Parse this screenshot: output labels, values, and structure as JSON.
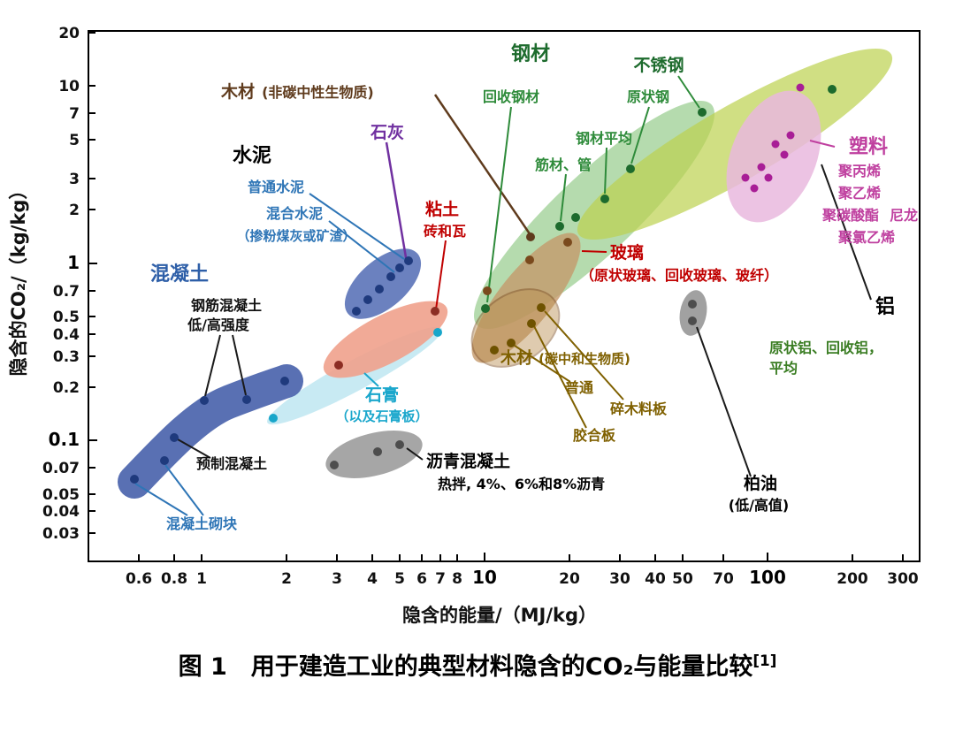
{
  "figure": {
    "caption": "图 1　用于建造工业的典型材料隐含的CO₂与能量比较",
    "caption_ref": "[1]"
  },
  "axes": {
    "y": {
      "title": "隐含的CO₂/（kg/kg）",
      "ticks": [
        "20",
        "10",
        "7",
        "5",
        "3",
        "2",
        "1",
        "0.7",
        "0.5",
        "0.4",
        "0.3",
        "0.2",
        "0.1",
        "0.07",
        "0.05",
        "0.04",
        "0.03"
      ]
    },
    "x": {
      "title": "隐含的能量/（MJ/kg）",
      "ticks": [
        "0.6",
        "0.8",
        "1",
        "2",
        "3",
        "4",
        "5",
        "6",
        "7",
        "8",
        "10",
        "20",
        "30",
        "40",
        "50",
        "70",
        "100",
        "200",
        "300"
      ]
    }
  },
  "labels": {
    "steel": "钢材",
    "recycled_steel": "回收钢材",
    "stainless_steel": "不锈钢",
    "virgin_steel": "原状钢",
    "steel_average": "钢材平均",
    "rebar_pipe": "筋材、管",
    "wood_non_neutral_name": "木材",
    "wood_non_neutral_qualifier": "(非碳中性生物质)",
    "lime": "石灰",
    "cement": "水泥",
    "ordinary_cement": "普通水泥",
    "blended_cement": "混合水泥",
    "blended_cement_note": "（掺粉煤灰或矿渣）",
    "clay": "粘土",
    "brick_tile": "砖和瓦",
    "concrete": "混凝土",
    "reinforced_concrete": "钢筋混凝土",
    "strength_range": "低/高强度",
    "precast_concrete": "预制混凝土",
    "concrete_block": "混凝土砌块",
    "gypsum": "石膏",
    "gypsum_note": "（以及石膏板）",
    "asphalt_concrete": "沥青混凝土",
    "asphalt_note": "热拌, 4%、6%和8%沥青",
    "glass": "玻璃",
    "glass_note": "（原状玻璃、回收玻璃、玻纤）",
    "wood_neutral_name": "木材",
    "wood_neutral_qualifier": "(碳中和生物质)",
    "wood_ordinary": "普通",
    "particle_board": "碎木料板",
    "plywood": "胶合板",
    "plastics": "塑料",
    "polypropylene": "聚丙烯",
    "polyethylene": "聚乙烯",
    "polycarbonate": "聚碳酸酯",
    "nylon": "尼龙",
    "pvc": "聚氯乙烯",
    "aluminum": "铝",
    "aluminum_note1": "原状铝、回收铝，",
    "aluminum_note2": "平均",
    "bitumen": "柏油",
    "bitumen_note": "(低/高值)"
  },
  "colors": {
    "steel_cluster": "#a8d5a0",
    "aluminum_cluster": "#bcd24f",
    "plastics_cluster": "#e9b9de",
    "glass_cluster": "#c49a6c",
    "wood_cluster": "#b98d4f",
    "cement_cluster": "#5b73b8",
    "clay_cluster": "#f0a18c",
    "gypsum_cluster": "#c5e9f2",
    "asphalt_cluster": "#9c9c9c",
    "concrete_band": "#4b64ad",
    "label_blue": "#2e75b6",
    "label_green": "#2e8b3a",
    "label_dark_green": "#1d6b2d",
    "label_red": "#c00000",
    "label_magenta": "#bf3f9f",
    "label_purple": "#7030a0",
    "label_olive": "#7f6000",
    "label_brown": "#5f3b1d",
    "label_cyan": "#1ba7cc"
  },
  "chart_data": {
    "type": "scatter",
    "title": "用于建造工业的典型材料隐含的CO₂与能量比较",
    "xlabel": "隐含的能量/（MJ/kg）",
    "ylabel": "隐含的CO₂/（kg/kg）",
    "x_scale": "log",
    "y_scale": "log",
    "xlim": [
      0.5,
      300
    ],
    "ylim": [
      0.03,
      20
    ],
    "x_ticks": [
      0.6,
      0.8,
      1,
      2,
      3,
      4,
      5,
      6,
      7,
      8,
      10,
      20,
      30,
      40,
      50,
      70,
      100,
      200,
      300
    ],
    "y_ticks": [
      20,
      10,
      7,
      5,
      3,
      2,
      1,
      0.7,
      0.5,
      0.4,
      0.3,
      0.2,
      0.1,
      0.07,
      0.05,
      0.04,
      0.03
    ],
    "grid": false,
    "legend": "labels-with-leader-lines",
    "series": [
      {
        "name": "混凝土",
        "annotations": [
          "混凝土砌块",
          "预制混凝土",
          "钢筋混凝土 低/高强度"
        ],
        "points": [
          [
            0.57,
            0.06
          ],
          [
            0.73,
            0.077
          ],
          [
            0.79,
            0.105
          ],
          [
            1.03,
            0.16
          ],
          [
            1.45,
            0.16
          ],
          [
            1.97,
            0.21
          ]
        ]
      },
      {
        "name": "水泥",
        "annotations": [
          "普通水泥",
          "混合水泥（掺粉煤灰或矿渣）"
        ],
        "points": [
          [
            3.5,
            0.54
          ],
          [
            3.9,
            0.63
          ],
          [
            4.3,
            0.72
          ],
          [
            4.7,
            0.85
          ],
          [
            5.0,
            0.95
          ],
          [
            5.4,
            1.03
          ]
        ]
      },
      {
        "name": "石灰",
        "points": [
          [
            5.4,
            1.0
          ]
        ]
      },
      {
        "name": "粘土（砖和瓦）",
        "points": [
          [
            3.0,
            0.27
          ],
          [
            6.7,
            0.54
          ]
        ]
      },
      {
        "name": "石膏（以及石膏板）",
        "points": [
          [
            1.8,
            0.13
          ],
          [
            6.9,
            0.42
          ]
        ]
      },
      {
        "name": "沥青混凝土（热拌, 4%、6%和8%沥青）",
        "points": [
          [
            2.9,
            0.072
          ],
          [
            4.2,
            0.086
          ],
          [
            5.0,
            0.095
          ]
        ]
      },
      {
        "name": "玻璃（原状玻璃、回收玻璃、玻纤）",
        "points": [
          [
            10,
            0.69
          ],
          [
            14.5,
            1.05
          ],
          [
            20,
            1.33
          ]
        ]
      },
      {
        "name": "木材(碳中和生物质)",
        "annotations": [
          "普通",
          "胶合板",
          "碎木料板"
        ],
        "points": [
          [
            10.7,
            0.33
          ],
          [
            12.3,
            0.35
          ],
          [
            14.5,
            0.46
          ],
          [
            15.7,
            0.57
          ]
        ]
      },
      {
        "name": "木材(非碳中性生物质)",
        "points": [
          [
            14.5,
            1.43
          ]
        ]
      },
      {
        "name": "钢材",
        "annotations": [
          "回收钢材",
          "筋材、管",
          "钢材平均",
          "原状钢"
        ],
        "points": [
          [
            10,
            0.55
          ],
          [
            18.4,
            1.6
          ],
          [
            20.8,
            1.8
          ],
          [
            26.4,
            2.3
          ],
          [
            32.5,
            3.4
          ]
        ]
      },
      {
        "name": "不锈钢",
        "points": [
          [
            59,
            7.0
          ]
        ]
      },
      {
        "name": "塑料",
        "annotations": [
          "聚丙烯",
          "聚乙烯",
          "聚碳酸酯",
          "尼龙",
          "聚氯乙烯"
        ],
        "points": [
          [
            84,
            3.1
          ],
          [
            89,
            2.7
          ],
          [
            94,
            3.5
          ],
          [
            100,
            3.1
          ],
          [
            106,
            4.8
          ],
          [
            114,
            4.2
          ],
          [
            120,
            5.4
          ],
          [
            130,
            10
          ]
        ]
      },
      {
        "name": "铝",
        "annotations": [
          "原状铝、回收铝，平均"
        ],
        "points": [
          [
            170,
            9.7
          ]
        ]
      },
      {
        "name": "柏油 (低/高值)",
        "points": [
          [
            54,
            0.58
          ],
          [
            54,
            0.47
          ]
        ]
      }
    ]
  }
}
